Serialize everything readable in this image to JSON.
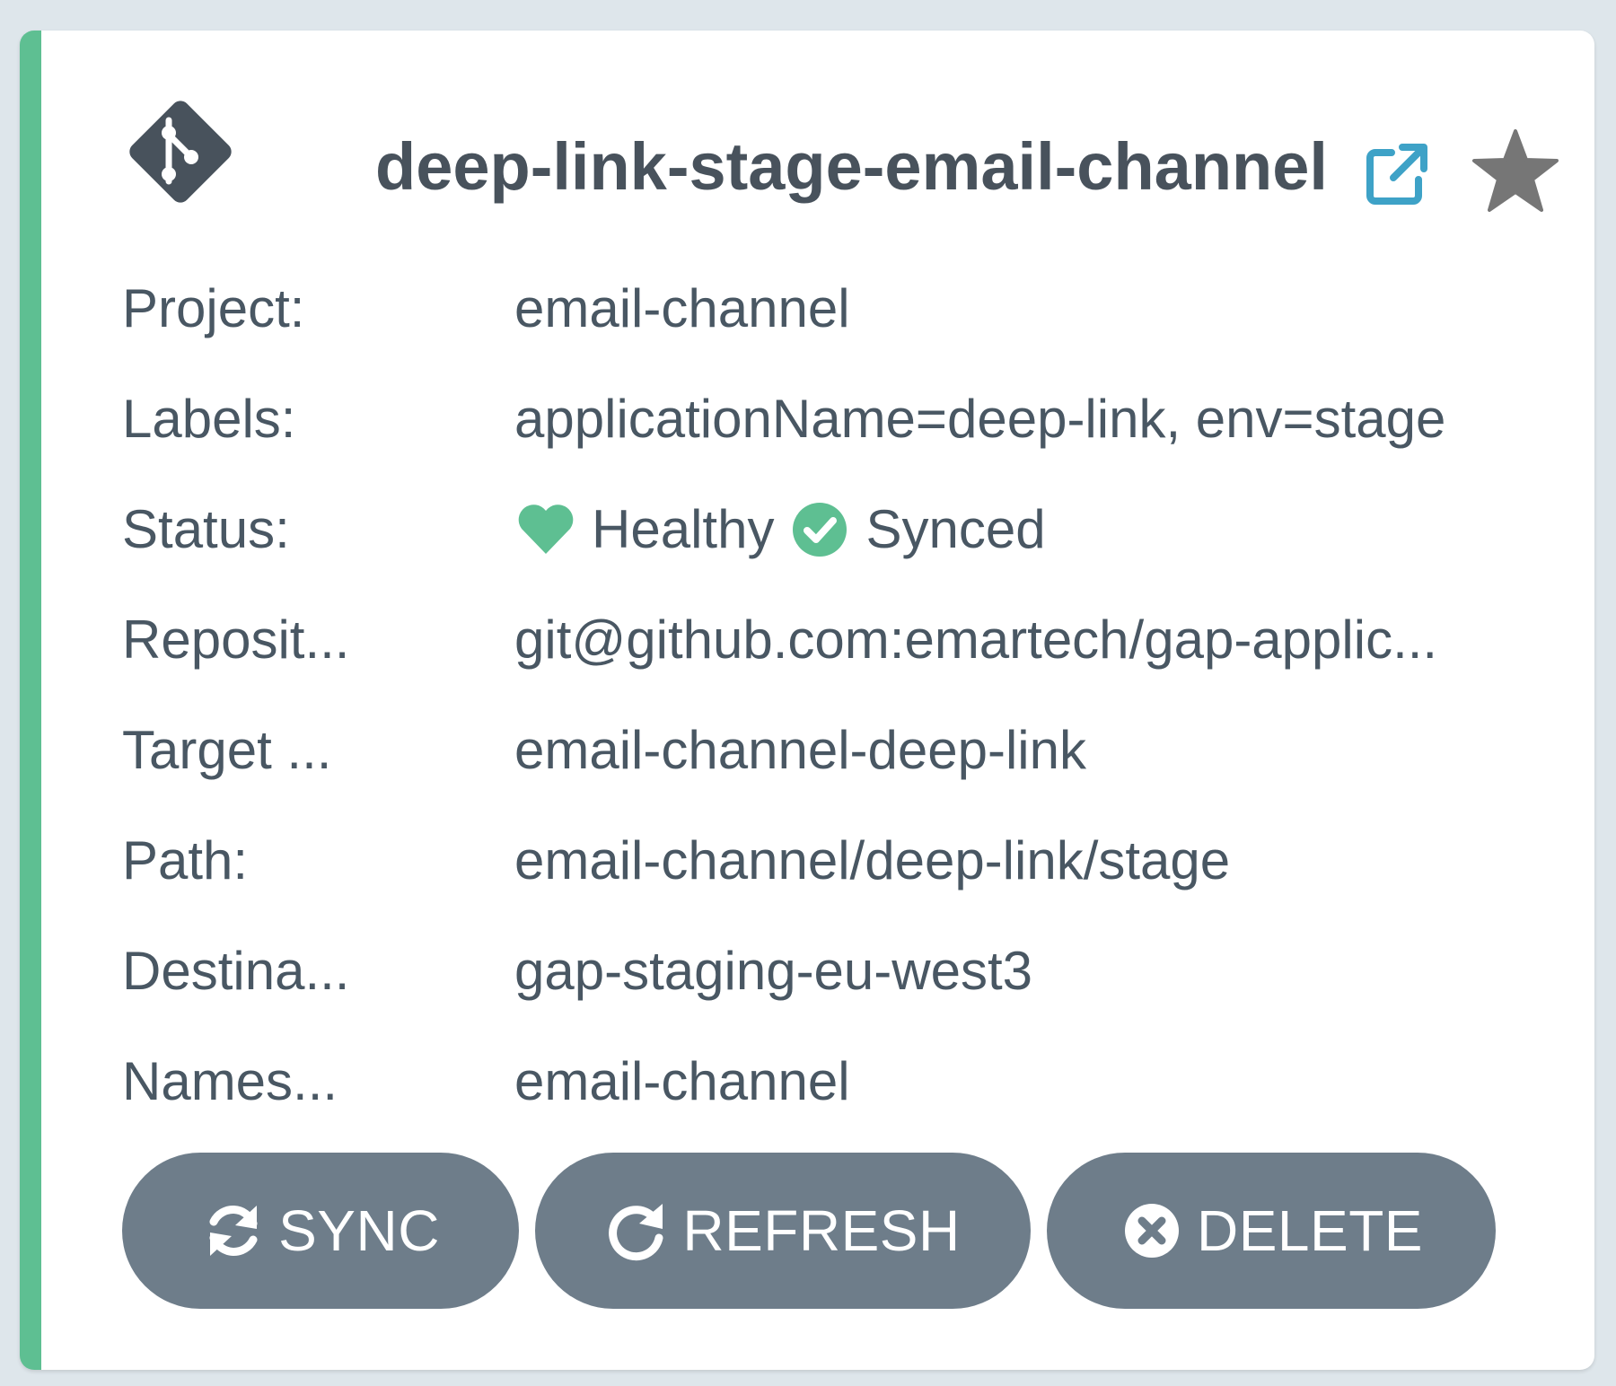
{
  "app": {
    "title": "deep-link-stage-email-channel",
    "logo_icon": "git-icon",
    "external_link_icon": "external-link-icon",
    "favorite_icon": "star-icon"
  },
  "fields": [
    {
      "label": "Project:",
      "value": "email-channel"
    },
    {
      "label": "Labels:",
      "value": "applicationName=deep-link, env=stage"
    },
    {
      "label": "Status:",
      "health": "Healthy",
      "sync": "Synced"
    },
    {
      "label": "Reposit...",
      "value": "git@github.com:emartech/gap-applic..."
    },
    {
      "label": "Target ...",
      "value": "email-channel-deep-link"
    },
    {
      "label": "Path:",
      "value": "email-channel/deep-link/stage"
    },
    {
      "label": "Destina...",
      "value": "gap-staging-eu-west3"
    },
    {
      "label": "Names...",
      "value": "email-channel"
    }
  ],
  "buttons": {
    "sync": "SYNC",
    "refresh": "REFRESH",
    "delete": "DELETE"
  },
  "colors": {
    "accent": "#5ebf92",
    "button": "#6e7d8a",
    "text": "#495763",
    "link": "#3ea2c7",
    "star": "#767676"
  }
}
